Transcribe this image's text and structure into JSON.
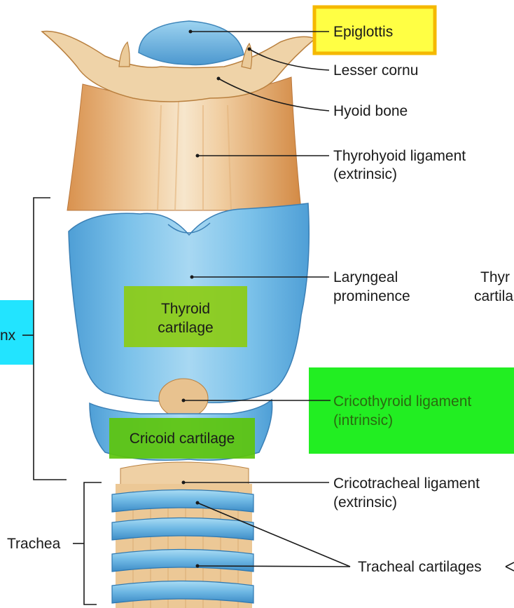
{
  "labels": {
    "epiglottis": "Epiglottis",
    "lesser_cornu": "Lesser cornu",
    "hyoid_bone": "Hyoid bone",
    "thyrohyoid_line1": "Thyrohyoid ligament",
    "thyrohyoid_line2": "(extrinsic)",
    "laryngeal_line1": "Laryngeal",
    "laryngeal_line2": "prominence",
    "thyroid_right_line1": "Thyr",
    "thyroid_right_line2": "cartila",
    "thyroid_line1": "Thyroid",
    "thyroid_line2": "cartilage",
    "larynx_partial": "nx",
    "cricothyroid_line1": "Cricothyroid ligament",
    "cricothyroid_line2": "(intrinsic)",
    "cricoid": "Cricoid cartilage",
    "cricotracheal_line1": "Cricotracheal ligament",
    "cricotracheal_line2": "(extrinsic)",
    "trachea": "Trachea",
    "tracheal_cartilages": "Tracheal cartilages"
  },
  "colors": {
    "highlight_yellow": "#ffff44",
    "highlight_border": "#f5b800",
    "highlight_cyan": "#22e4ff",
    "highlight_green": "#22ee22",
    "highlight_olive": "#8ccc10",
    "cartilage_blue": "#6fb8e6",
    "ligament_tan": "#e9b982"
  }
}
